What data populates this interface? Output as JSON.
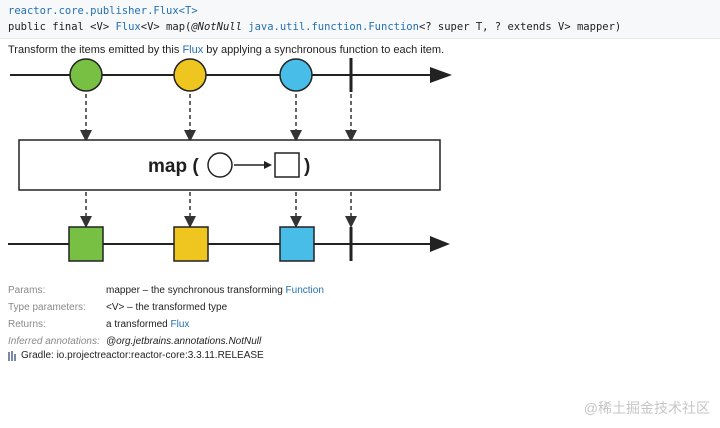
{
  "header": {
    "qualifier": "reactor.core.publisher.Flux<T>",
    "sig_prefix": "public final <V> ",
    "sig_type_flux": "Flux",
    "sig_generic": "<V> map(",
    "sig_annotation": "@NotNull",
    "sig_param_type": "java.util.function.Function",
    "sig_suffix": "<? super T, ? extends V> mapper)"
  },
  "description": {
    "before": "Transform the items emitted by this ",
    "link": "Flux",
    "after": " by applying a synchronous function to each item."
  },
  "diagram": {
    "operator_label": "map (",
    "operator_close": ")",
    "item_colors": [
      "#77c043",
      "#efc520",
      "#47bde8"
    ],
    "line_color": "#222222",
    "dashed_color": "#333333"
  },
  "meta": {
    "params_label": "Params:",
    "params_value": "mapper – the synchronous transforming ",
    "params_link": "Function",
    "type_params_label": "Type parameters:",
    "type_params_value": "<V> – the transformed type",
    "returns_label": "Returns:",
    "returns_value": "a transformed ",
    "returns_link": "Flux",
    "inferred_label": "Inferred annotations:",
    "inferred_value": "@org.jetbrains.annotations.NotNull",
    "gradle_text": "Gradle: io.projectreactor:reactor-core:3.3.11.RELEASE"
  },
  "watermark": "@稀土掘金技术社区"
}
